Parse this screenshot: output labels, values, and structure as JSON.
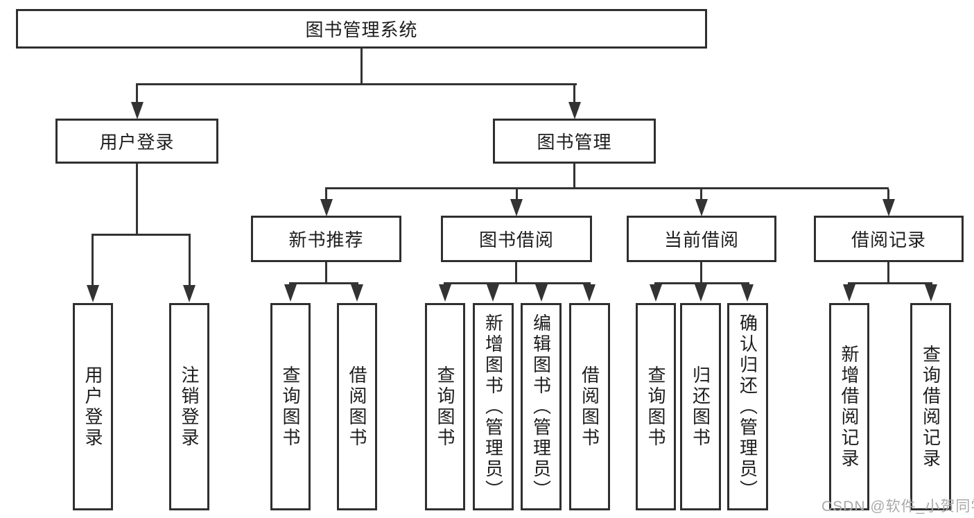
{
  "root": {
    "label": "图书管理系统"
  },
  "branches": [
    {
      "label": "用户登录"
    },
    {
      "label": "图书管理"
    }
  ],
  "modules": [
    {
      "label": "新书推荐"
    },
    {
      "label": "图书借阅"
    },
    {
      "label": "当前借阅"
    },
    {
      "label": "借阅记录"
    }
  ],
  "leaves": {
    "login": [
      "用户登录",
      "注销登录"
    ],
    "new_books": [
      "查询图书",
      "借阅图书"
    ],
    "book_borrowing": [
      "查询图书",
      "新增图书（管理员）",
      "编辑图书（管理员）",
      "借阅图书"
    ],
    "current_borrowing": [
      "查询图书",
      "归还图书",
      "确认归还（管理员）"
    ],
    "borrowing_records": [
      "新增借阅记录",
      "查询借阅记录"
    ]
  },
  "watermark": "CSDN @软件_小贺同学",
  "colors": {
    "line": "#333333",
    "box_border": "#2f2f2f",
    "text": "#1d1d1d",
    "watermark": "#a9a9a9",
    "background": "#ffffff"
  }
}
